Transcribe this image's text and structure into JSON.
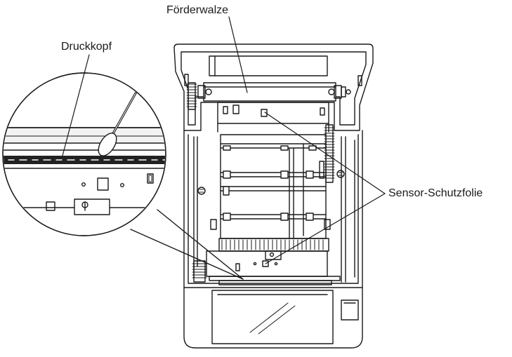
{
  "labels": {
    "feed_roller": "Förderwalze",
    "print_head": "Druckkopf",
    "sensor_film": "Sensor-Schutzfolie"
  },
  "colors": {
    "line": "#1a1a1a",
    "fill_light": "#f2f2f2",
    "fill_dark": "#222222",
    "background": "#ffffff"
  }
}
